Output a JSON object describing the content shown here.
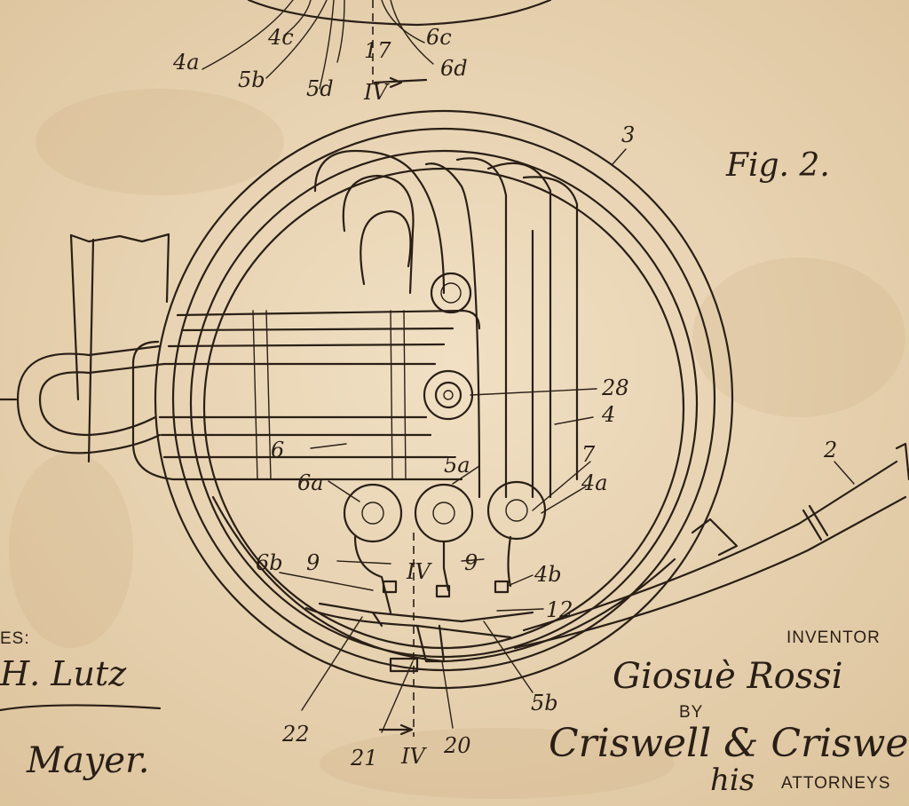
{
  "colors": {
    "paper": "#eedbbd",
    "paper_dark": "#dcc39c",
    "ink": "#2a1f16"
  },
  "figure": {
    "title": "Fig. 2."
  },
  "reference_numerals": {
    "top_partial": [
      "4a",
      "4c",
      "17",
      "6c",
      "5b",
      "5d",
      "6d",
      "IV"
    ],
    "main": [
      "3",
      "28",
      "4",
      "6",
      "5a",
      "6a",
      "7",
      "4a",
      "2",
      "6b",
      "9",
      "9",
      "IV",
      "4b",
      "12",
      "22",
      "21",
      "IV",
      "20",
      "5b"
    ]
  },
  "witnesses": {
    "label_fragment": "ES:",
    "signature_one": "H. Lutz",
    "signature_two": "Mayer."
  },
  "inventor": {
    "label": "INVENTOR",
    "signature": "Giosuè Rossi"
  },
  "attorneys": {
    "by_label": "BY",
    "signature": "Criswell & Criswell",
    "his": "his",
    "label": "ATTORNEYS"
  }
}
